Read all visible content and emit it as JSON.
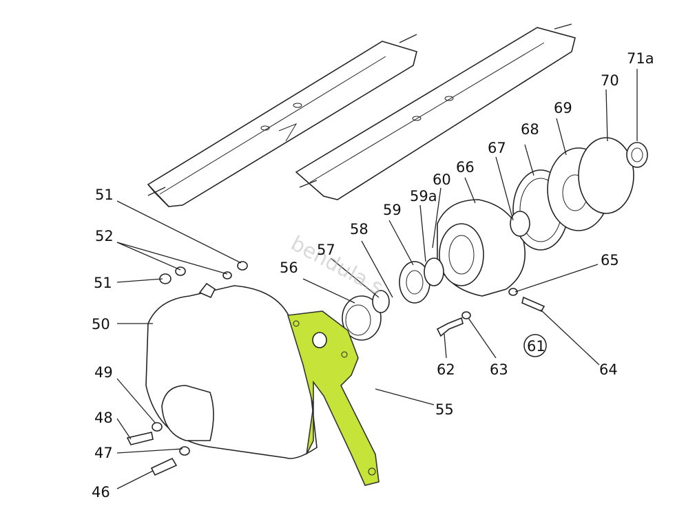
{
  "watermark": "bendula.s",
  "labels": {
    "l51a": "51",
    "l52": "52",
    "l51b": "51",
    "l50": "50",
    "l49": "49",
    "l48": "48",
    "l47": "47",
    "l46": "46",
    "l55": "55",
    "l56": "56",
    "l57": "57",
    "l58": "58",
    "l59": "59",
    "l59a": "59a",
    "l60": "60",
    "l66": "66",
    "l67": "67",
    "l68": "68",
    "l69": "69",
    "l70": "70",
    "l71a": "71a",
    "l65": "65",
    "l62": "62",
    "l63": "63",
    "l64": "64",
    "l61": "61"
  },
  "highlight_color": "#c6e33a"
}
